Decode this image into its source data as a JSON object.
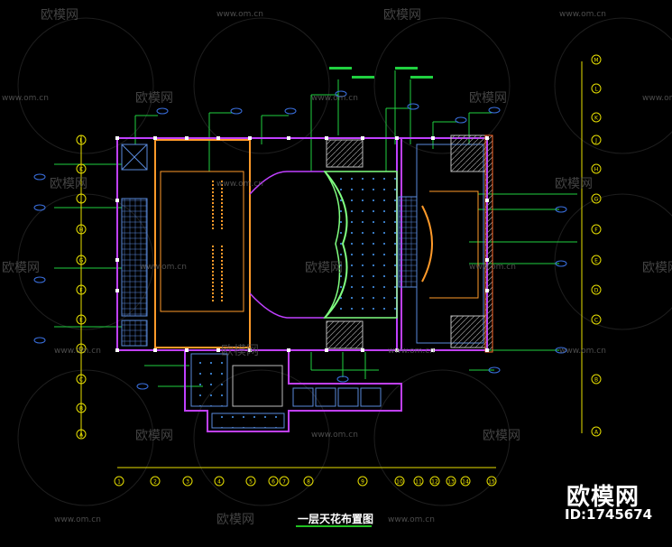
{
  "drawing": {
    "caption": "一层天花布置图",
    "brand": "欧模网",
    "id_label": "ID:1745674"
  },
  "watermarks": {
    "site_text": "www.om.cn",
    "brand_text": "欧模网"
  },
  "axes": {
    "bottom_labels": [
      "1",
      "2",
      "3",
      "4",
      "5",
      "6",
      "7",
      "8",
      "9",
      "10",
      "11",
      "12",
      "13",
      "14",
      "15"
    ],
    "left_labels": [
      "L",
      "K",
      "J",
      "H",
      "G",
      "F",
      "E",
      "D",
      "C",
      "B",
      "A"
    ],
    "right_labels": [
      "M",
      "L",
      "K",
      "J",
      "H",
      "G",
      "F",
      "E",
      "D",
      "C",
      "B",
      "A"
    ]
  },
  "colors": {
    "background": "#000000",
    "wall": "#c040ff",
    "frame": "#ff9a2a",
    "grid": "#5a8adc",
    "leader": "#20d040",
    "axis": "#e8e000",
    "stage_curve": "#80ff80",
    "tag": "#3a70e0"
  }
}
